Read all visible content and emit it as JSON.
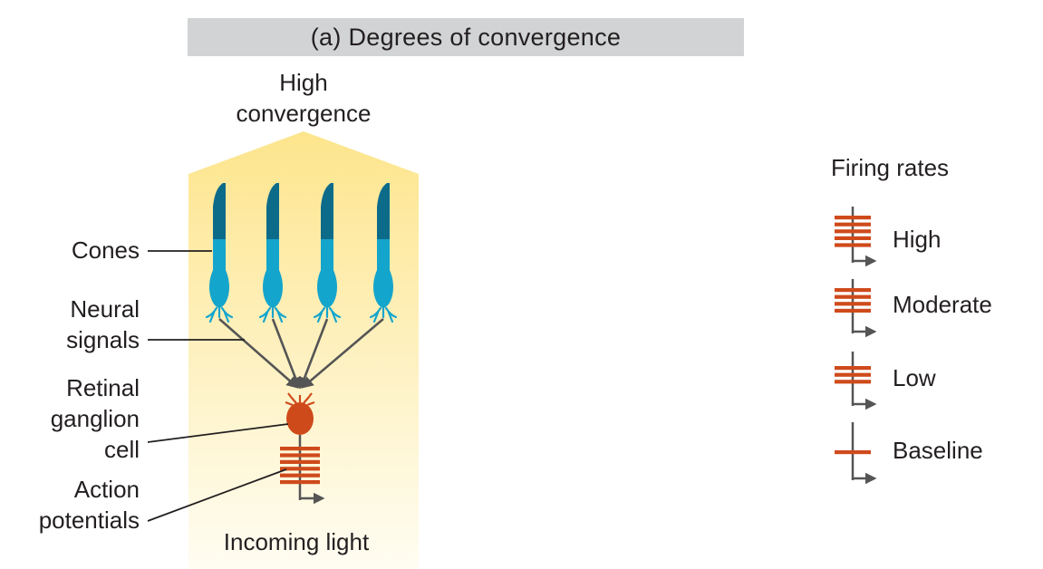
{
  "title": "(a)  Degrees of convergence",
  "panel": {
    "heading_line1": "High",
    "heading_line2": "convergence",
    "bottom_label": "Incoming light"
  },
  "labels": {
    "cones": "Cones",
    "neural_line1": "Neural",
    "neural_line2": "signals",
    "retinal_line1": "Retinal",
    "retinal_line2": "ganglion",
    "retinal_line3": "cell",
    "action_line1": "Action",
    "action_line2": "potentials"
  },
  "legend": {
    "title": "Firing rates",
    "items": [
      {
        "label": "High",
        "bars": 5
      },
      {
        "label": "Moderate",
        "bars": 4
      },
      {
        "label": "Low",
        "bars": 3
      },
      {
        "label": "Baseline",
        "bars": 1
      }
    ]
  },
  "colors": {
    "title_bar": "#d1d3d4",
    "panel_top": "#fde58c",
    "panel_bottom": "#fffdf3",
    "cone_dark": "#0d6b8a",
    "cone_light": "#14a5cc",
    "ganglion": "#cf4a1b",
    "spike": "#cf4a1b",
    "arrow": "#555555"
  }
}
